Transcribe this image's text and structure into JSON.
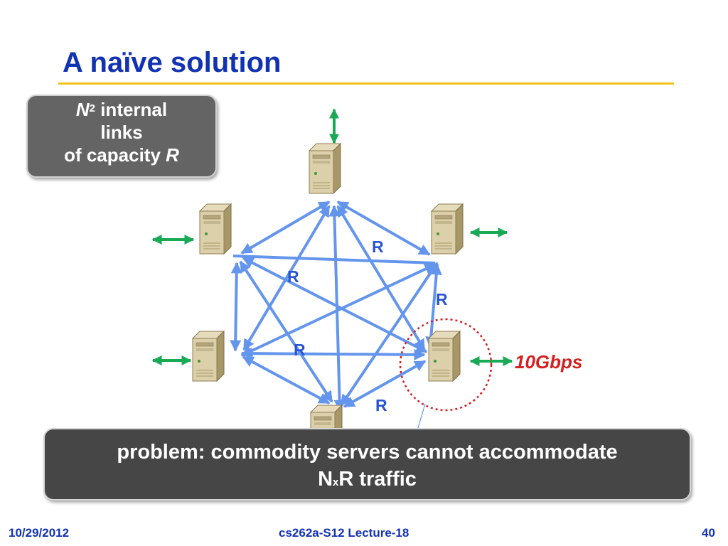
{
  "slide": {
    "title": "A naïve solution",
    "callout": {
      "var": "N",
      "exp": "2",
      "line1_rest": " internal",
      "line2": "links",
      "line3_pre": "of capacity ",
      "line3_var": "R"
    },
    "problem": {
      "line1": "problem: commodity servers cannot accommodate",
      "line2_a": "N",
      "line2_x": "x",
      "line2_b": "R traffic"
    },
    "link_label": "R",
    "speed_label": "10Gbps",
    "footer": {
      "date": "10/29/2012",
      "course": "cs262a-S12 Lecture-18",
      "page": "40"
    }
  },
  "diagram": {
    "nodes": [
      "server-top",
      "server-upper-left",
      "server-upper-right",
      "server-lower-left",
      "server-lower-right",
      "server-bottom"
    ],
    "link_color": "#6495ed",
    "external_link_color": "#1aaa55",
    "highlight_color": "#d42020"
  }
}
